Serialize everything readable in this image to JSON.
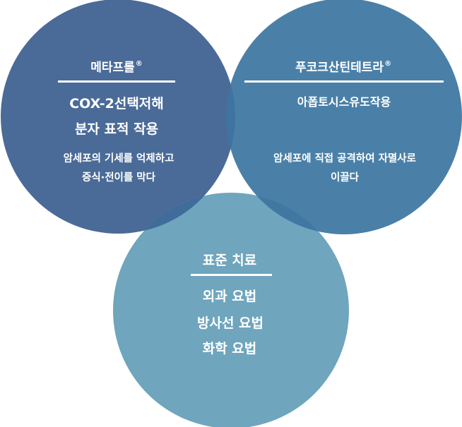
{
  "diagram": {
    "type": "venn-3-circles",
    "background": "#ffffff",
    "circles": [
      {
        "id": "metaprol",
        "name": "메타프롤",
        "mark": "®",
        "mechanism": [
          "COX-2선택저해",
          "분자 표적 작용"
        ],
        "effect": [
          "암세포의 기세를 억제하고",
          "증식·전이를 막다"
        ],
        "color": "#4a6b98"
      },
      {
        "id": "fucoxanthin-tetra",
        "name": "푸코크산틴테트라",
        "mark": "®",
        "mechanism": [
          "아폽토시스유도작용"
        ],
        "effect": [
          "암세포에 직접 공격하여 자멸사로",
          "이끌다"
        ],
        "color": "#4a80a8"
      },
      {
        "id": "standard-treatment",
        "name": "표준 치료",
        "items": [
          "외과 요법",
          "방사선 요법",
          "화학 요법"
        ],
        "color": "#6fa5bd"
      }
    ],
    "overlap_colors": {
      "metaprol_fucoxanthin": "#3f73a0",
      "metaprol_standard": "#3f6c9b",
      "fucoxanthin_standard": "#4078a2"
    },
    "text_color": "#ffffff"
  }
}
